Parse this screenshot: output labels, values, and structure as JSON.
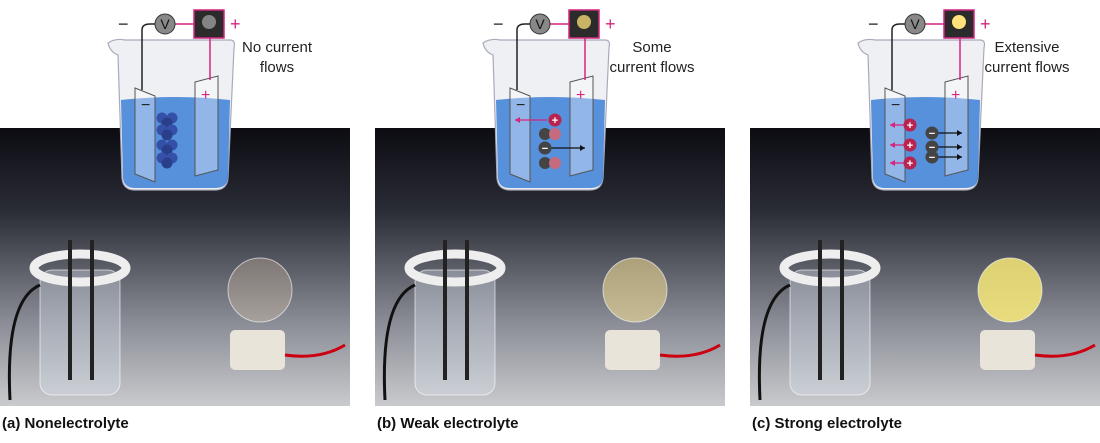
{
  "panels": [
    {
      "caption": "(a) Nonelectrolyte",
      "note": "No current flows",
      "type": "none",
      "bulb_glow": 0
    },
    {
      "caption": "(b) Weak electrolyte",
      "note": "Some current flows",
      "type": "weak",
      "bulb_glow": 0.5
    },
    {
      "caption": "(c) Strong electrolyte",
      "note": "Extensive current flows",
      "type": "strong",
      "bulb_glow": 1
    }
  ],
  "labels": {
    "voltmeter": "V",
    "minus": "−",
    "plus": "+"
  },
  "colors": {
    "wire_positive": "#d6247f",
    "water": "#3c7fd6",
    "cation": "#b8234f",
    "anion": "#444444"
  }
}
